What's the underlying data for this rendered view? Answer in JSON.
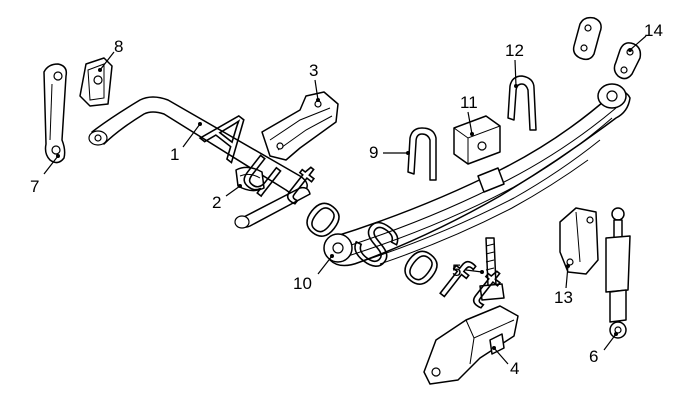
{
  "diagram": {
    "callouts": [
      "1",
      "2",
      "3",
      "4",
      "5",
      "6",
      "7",
      "8",
      "9",
      "10",
      "11",
      "12",
      "13",
      "14"
    ],
    "watermark": [
      "A",
      "u",
      "t",
      "o",
      "S",
      "o",
      "f",
      "t"
    ]
  }
}
